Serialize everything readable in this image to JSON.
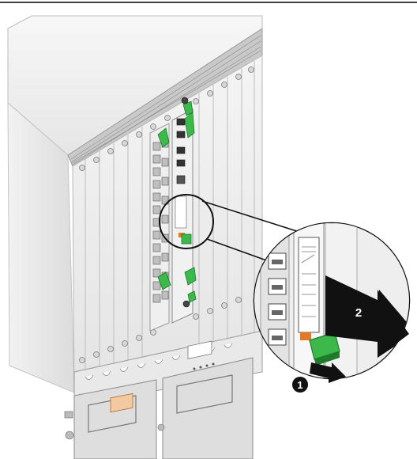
{
  "figure": {
    "steps": [
      {
        "marker": "1",
        "description_icon": "small-right-arrow"
      },
      {
        "marker": "2",
        "description_icon": "large-right-arrow"
      }
    ],
    "colors": {
      "chassis": "#eeeeee",
      "chassis_shadow": "#cfcfcf",
      "lever_green": "#3cb94a",
      "lever_green_dark": "#1f7a2b",
      "label_orange": "#e07a2a",
      "arrow": "#111111",
      "callout_stroke": "#111111"
    }
  }
}
